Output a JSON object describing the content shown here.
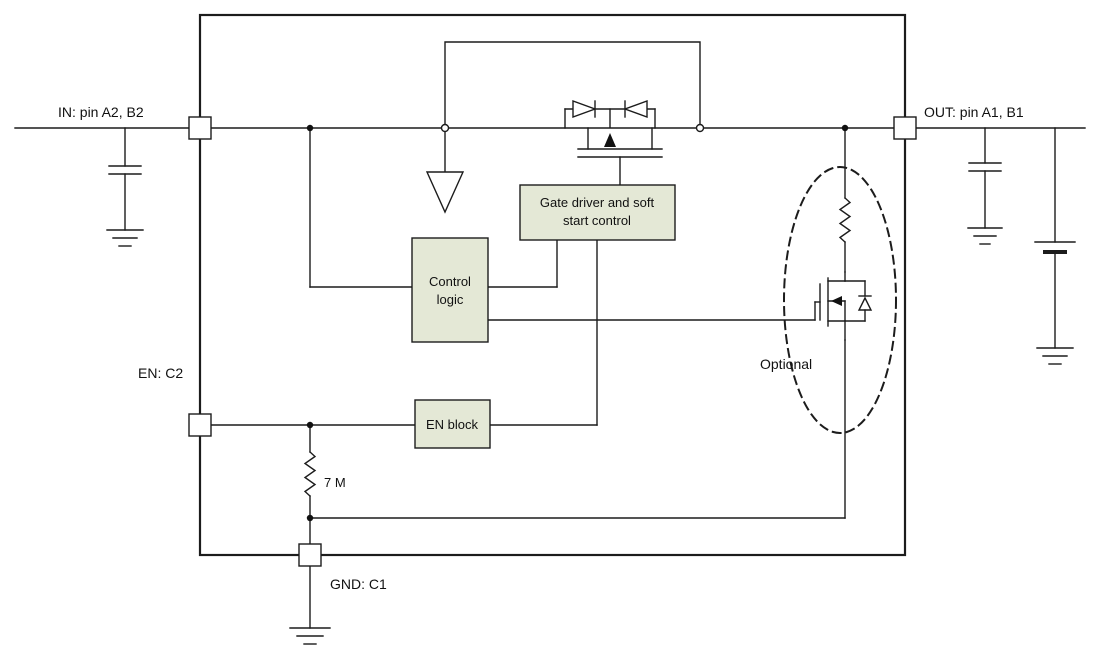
{
  "pins": {
    "in_label": "IN: pin A2, B2",
    "out_label": "OUT: pin A1, B1",
    "en_label": "EN: C2",
    "gnd_label": "GND: C1"
  },
  "blocks": {
    "gate_driver": {
      "line1": "Gate driver and soft",
      "line2": "start control"
    },
    "control_logic": {
      "line1": "Control",
      "line2": "logic"
    },
    "en_block": {
      "label": "EN block"
    }
  },
  "annotations": {
    "pulldown_value": "7 M",
    "optional_label": "Optional"
  },
  "colors": {
    "line": "#1c1c1c",
    "block_fill": "#e4e8d6",
    "background": "#ffffff"
  }
}
